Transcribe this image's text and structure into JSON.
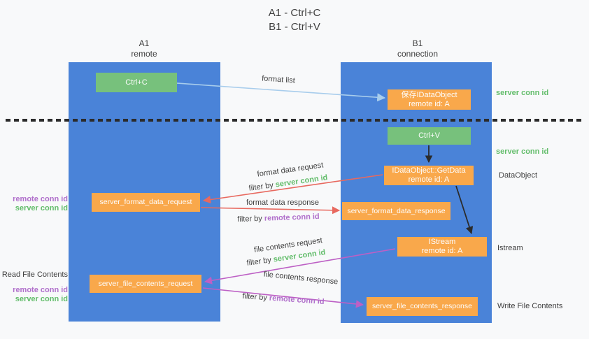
{
  "title": {
    "line1": "A1 - Ctrl+C",
    "line2": "B1 - Ctrl+V"
  },
  "lanes": {
    "left": {
      "id": "A1",
      "subtitle": "remote"
    },
    "right": {
      "id": "B1",
      "subtitle": "connection"
    }
  },
  "nodes": {
    "ctrl_c": {
      "label": "Ctrl+C"
    },
    "save_idataobject": {
      "line1": "保存IDataObject",
      "line2": "remote id: A"
    },
    "ctrl_v": {
      "label": "Ctrl+V"
    },
    "getdata": {
      "line1": "IDataObject::GetData",
      "line2": "remote id: A"
    },
    "format_request": {
      "label": "server_format_data_request"
    },
    "format_response": {
      "label": "server_format_data_response"
    },
    "istream": {
      "line1": "IStream",
      "line2": "remote id: A"
    },
    "file_request": {
      "label": "server_file_contents_request"
    },
    "file_response": {
      "label": "server_file_contents_response"
    }
  },
  "annotations": {
    "right_server_conn_id_top": "server conn id",
    "right_server_conn_id_mid": "server conn id",
    "dataobject": "DataObject",
    "istream": "Istream",
    "write_file_contents": "Write File Contents",
    "left_format_remote_conn_id": "remote conn id",
    "left_format_server_conn_id": "server conn id",
    "read_file_contents": "Read File Contents",
    "left_file_remote_conn_id": "remote conn id",
    "left_file_server_conn_id": "server conn id"
  },
  "flows": {
    "format_list": {
      "label": "format list"
    },
    "format_request": {
      "label": "format data request",
      "filter_prefix": "filter by ",
      "filter_key": "server conn id"
    },
    "format_response": {
      "label": "format data response",
      "filter_prefix": "filter by ",
      "filter_key": "remote conn id"
    },
    "file_request": {
      "label": "file contents request",
      "filter_prefix": "filter by ",
      "filter_key": "server conn id"
    },
    "file_response": {
      "label": "file contents response",
      "filter_prefix": "filter by ",
      "filter_key": "remote conn id"
    }
  },
  "colors": {
    "lane_blue": "#4a83d8",
    "node_green": "#77c17c",
    "node_orange": "#f9a84b",
    "green_text": "#63bd6b",
    "purple_text": "#b06fcb",
    "red_arrow": "#e8695f",
    "magenta_arrow": "#bd60c5",
    "light_blue_arrow": "#a8cdec",
    "dark_text": "#3f3f3f"
  }
}
